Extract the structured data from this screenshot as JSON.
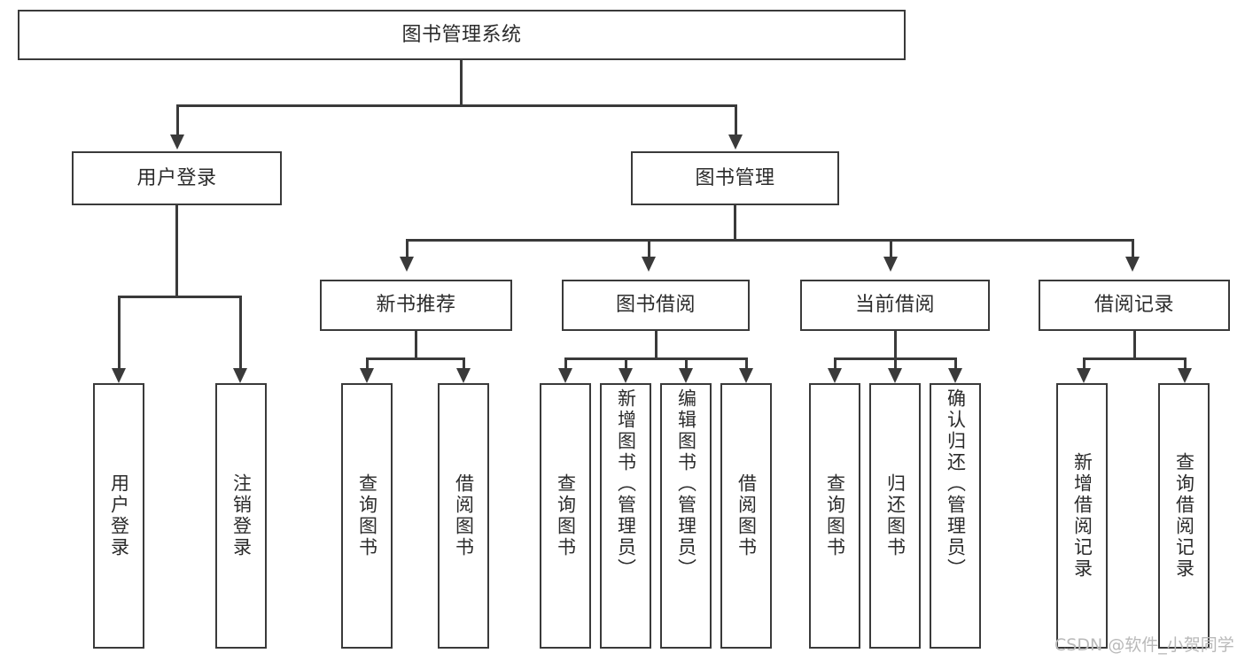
{
  "diagram": {
    "title": "图书管理系统",
    "type": "tree-hierarchy-diagram",
    "colors": {
      "stroke": "#3a3a3a",
      "fill": "#ffffff",
      "text": "#2b2b2b",
      "watermark": "#b9b9b9"
    },
    "root": {
      "label": "图书管理系统"
    },
    "level2": [
      {
        "label": "用户登录"
      },
      {
        "label": "图书管理"
      }
    ],
    "level3": [
      {
        "label": "新书推荐"
      },
      {
        "label": "图书借阅"
      },
      {
        "label": "当前借阅"
      },
      {
        "label": "借阅记录"
      }
    ],
    "leaves": {
      "user_login": [
        {
          "label": "用户登录"
        },
        {
          "label": "注销登录"
        }
      ],
      "new_book": [
        {
          "label": "查询图书"
        },
        {
          "label": "借阅图书"
        }
      ],
      "book_borrow": [
        {
          "label": "查询图书"
        },
        {
          "label": "新增图书（管理员）"
        },
        {
          "label": "编辑图书（管理员）"
        },
        {
          "label": "借阅图书"
        }
      ],
      "current_borrow": [
        {
          "label": "查询图书"
        },
        {
          "label": "归还图书"
        },
        {
          "label": "确认归还（管理员）"
        }
      ],
      "borrow_record": [
        {
          "label": "新增借阅记录"
        },
        {
          "label": "查询借阅记录"
        }
      ]
    }
  },
  "watermark": {
    "text": "CSDN @软件_小贺同学"
  }
}
